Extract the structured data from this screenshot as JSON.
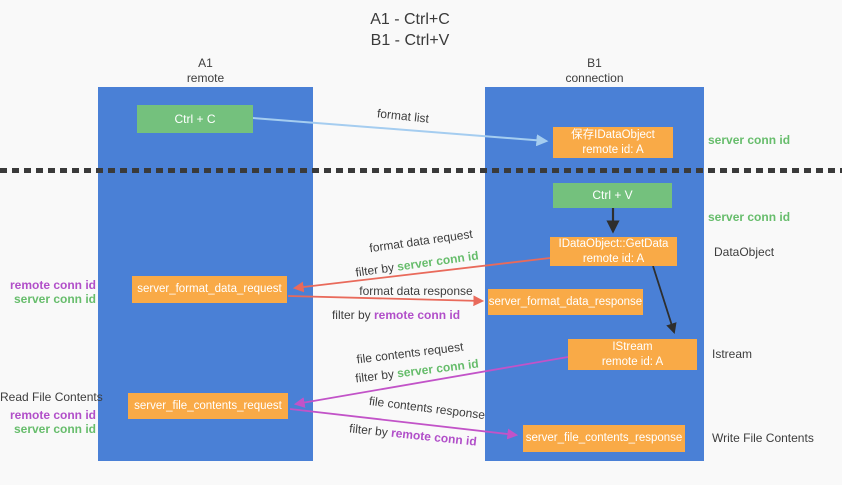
{
  "title": {
    "line1": "A1 - Ctrl+C",
    "line2": "B1 - Ctrl+V"
  },
  "columns": {
    "left": {
      "header_line1": "A1",
      "header_line2": "remote"
    },
    "right": {
      "header_line1": "B1",
      "header_line2": "connection"
    }
  },
  "boxes": {
    "ctrl_c": "Ctrl + C",
    "ctrl_v": "Ctrl + V",
    "save_idataobject": {
      "line1": "保存IDataObject",
      "line2": "remote id: A"
    },
    "getdata": {
      "line1": "IDataObject::GetData",
      "line2": "remote id: A"
    },
    "istream": {
      "line1": "IStream",
      "line2": "remote id: A"
    },
    "format_request": "server_format_data_request",
    "format_response": "server_format_data_response",
    "file_request": "server_file_contents_request",
    "file_response": "server_file_contents_response"
  },
  "flow_labels": {
    "format_list": "format list",
    "format_data_request": "format data request",
    "format_data_response": "format data response",
    "file_contents_request": "file contents request",
    "file_contents_response": "file contents response",
    "filter_by": "filter by",
    "server_conn_id": "server conn id",
    "remote_conn_id": "remote conn id"
  },
  "side_labels": {
    "right": {
      "server_conn_id_top": "server conn id",
      "server_conn_id_mid": "server conn id",
      "dataobject": "DataObject",
      "istream": "Istream",
      "write_file_contents": "Write File Contents"
    },
    "left": {
      "remote_conn_id_top": "remote conn id",
      "server_conn_id_top": "server conn id",
      "read_file_contents": "Read File Contents",
      "remote_conn_id_bottom": "remote conn id",
      "server_conn_id_bottom": "server conn id"
    }
  },
  "colors": {
    "background": "#f9f9f9",
    "column_blue": "#4a80d6",
    "box_green": "#74c17d",
    "box_orange": "#f9aa47",
    "arrow_light_blue": "#a5cdf0",
    "arrow_red": "#e96a5b",
    "arrow_magenta": "#c253c8",
    "arrow_black": "#2e2e2e",
    "text_green": "#67bd6c",
    "text_purple": "#b14fc9"
  }
}
